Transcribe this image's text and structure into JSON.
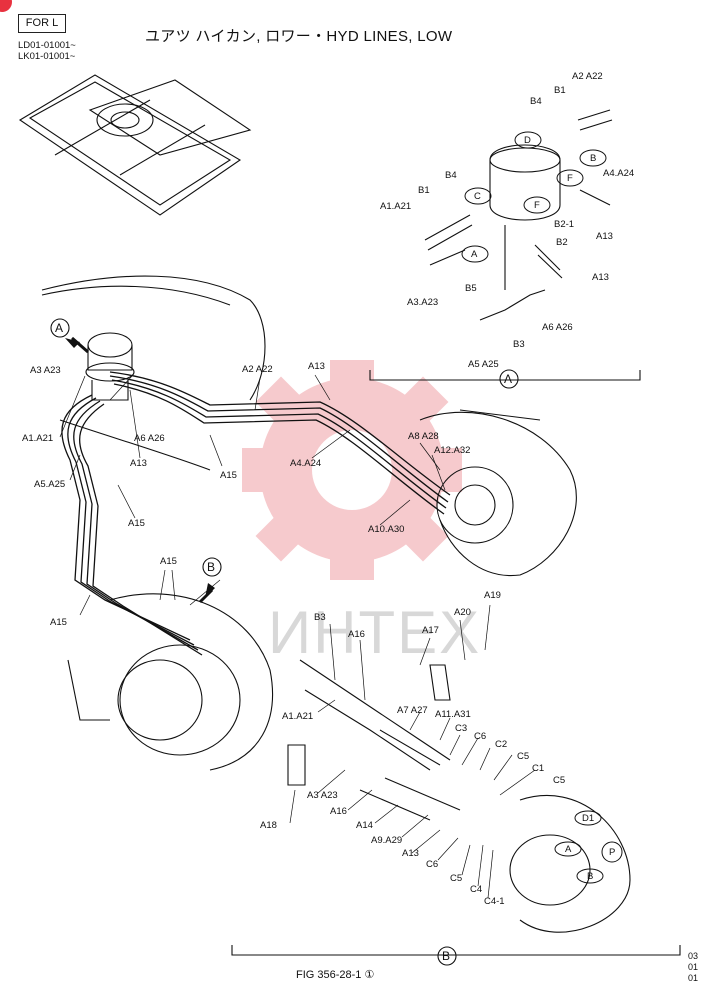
{
  "header": {
    "variant": "FOR L",
    "title": "ユアツ ハイカン, ロワー・HYD LINES, LOW",
    "models": [
      "LD01-01001~",
      "LK01-01001~"
    ]
  },
  "watermark": {
    "text": "ИНТЕХ"
  },
  "markers": [
    "A",
    "B",
    "A",
    "B"
  ],
  "ports": {
    "a": "A",
    "b": "B",
    "c": "C",
    "d": "D",
    "f": "F",
    "d1": "D1",
    "p": "P"
  },
  "parts": [
    "A2 A22",
    "B4",
    "B1",
    "A4.A24",
    "A1.A21",
    "B2-1",
    "A13",
    "B2",
    "A3.A23",
    "B5",
    "A6 A26",
    "B3",
    "A5 A25",
    "A3 A23",
    "A8 A28",
    "A12.A32",
    "A15",
    "A5.A25",
    "A10.A30",
    "A19",
    "A20",
    "A17",
    "A16",
    "A7 A27",
    "A11.A31",
    "C3",
    "C6",
    "C2",
    "C5",
    "C1",
    "C5",
    "A14",
    "A18",
    "A9.A29",
    "C4",
    "C4-1"
  ],
  "footer": {
    "figure": "FIG 356-28-1 ①",
    "codes": [
      "03",
      "01",
      "01"
    ]
  }
}
